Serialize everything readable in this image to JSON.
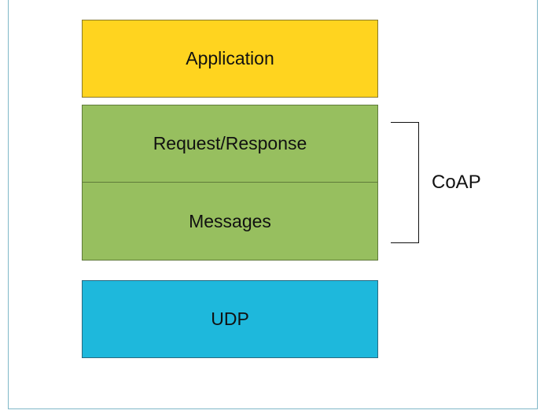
{
  "layers": {
    "application": "Application",
    "request_response": "Request/Response",
    "messages": "Messages",
    "udp": "UDP"
  },
  "group": {
    "label": "CoAP"
  },
  "colors": {
    "application": "#ffd41f",
    "coap": "#97bf5f",
    "udp": "#1eb8dc"
  }
}
